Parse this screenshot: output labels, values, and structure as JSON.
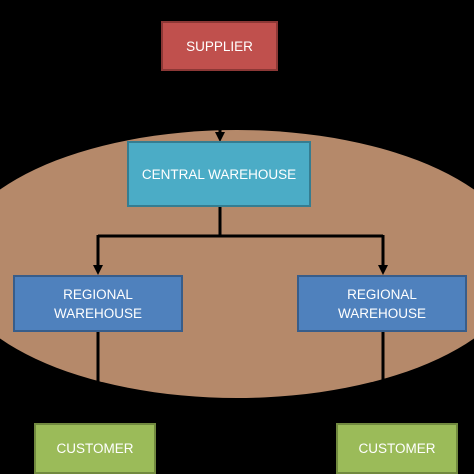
{
  "diagram": {
    "nodes": {
      "supplier": {
        "label": "SUPPLIER",
        "fill": "#c0504d",
        "border": "#8c3836"
      },
      "central": {
        "label": "CENTRAL WAREHOUSE",
        "fill": "#4bacc6",
        "border": "#357d91"
      },
      "regional_left": {
        "label": "REGIONAL\nWAREHOUSE",
        "fill": "#4f81bd",
        "border": "#385d8a"
      },
      "regional_right": {
        "label": "REGIONAL\nWAREHOUSE",
        "fill": "#4f81bd",
        "border": "#385d8a"
      },
      "customer_left": {
        "label": "CUSTOMER",
        "fill": "#9bbb59",
        "border": "#71893f"
      },
      "customer_right": {
        "label": "CUSTOMER",
        "fill": "#9bbb59",
        "border": "#71893f"
      }
    },
    "edges": [
      {
        "from": "supplier",
        "to": "central",
        "arrow": true
      },
      {
        "from": "central",
        "to": "regional_left",
        "arrow": true
      },
      {
        "from": "central",
        "to": "regional_right",
        "arrow": true
      },
      {
        "from": "regional_left",
        "to": "customer_left",
        "arrow": false
      },
      {
        "from": "regional_right",
        "to": "customer_right",
        "arrow": false
      }
    ],
    "colors": {
      "background": "#000000",
      "region_ellipse": "#b5896a",
      "connector": "#000000",
      "label_text": "#ffffff"
    }
  }
}
